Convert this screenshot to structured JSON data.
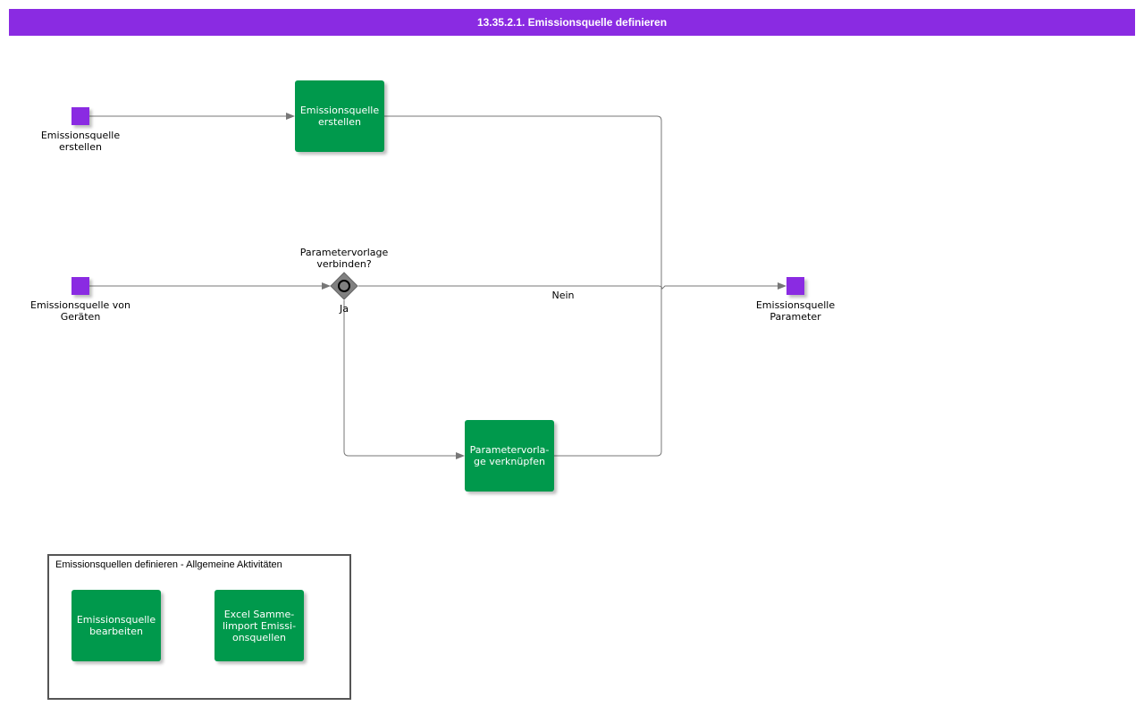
{
  "header": {
    "title": "13.35.2.1. Emissionsquelle definieren"
  },
  "events": {
    "start_erstellen": "Emissionsquelle erstellen",
    "start_geraeten": "Emissionsquelle von Geräten",
    "end_parameter": "Emissionsquelle Parameter"
  },
  "tasks": {
    "erstellen": "Emissionsquelle erstellen",
    "verknuepfen": "Parametervorla-ge verknüpfen",
    "bearbeiten": "Emissionsquelle bearbeiten",
    "sammelimport": "Excel Samme-limport Emissi-onsquellen"
  },
  "gateway": {
    "question": "Parametervorlage verbinden?",
    "yes_label": "Ja",
    "no_label": "Nein"
  },
  "group": {
    "label": "Emissionsquellen definieren - Allgemeine Aktivitäten"
  },
  "colors": {
    "header": "#8a2be2",
    "event": "#8a2be2",
    "task": "#00994c",
    "gateway": "#808080",
    "edge": "#777777"
  }
}
